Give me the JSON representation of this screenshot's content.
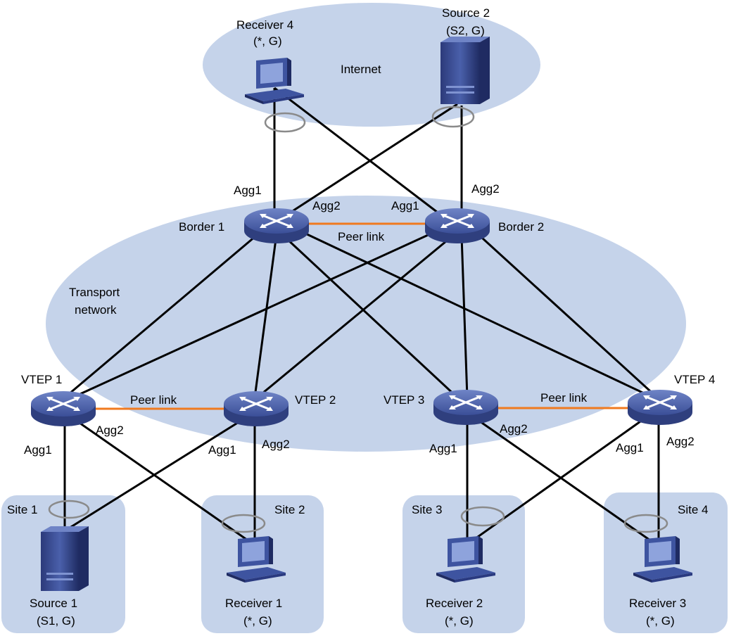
{
  "regions": {
    "internet": "Internet",
    "transport_line1": "Transport",
    "transport_line2": "network",
    "site1": "Site 1",
    "site2": "Site 2",
    "site3": "Site 3",
    "site4": "Site 4"
  },
  "devices": {
    "border1": "Border 1",
    "border2": "Border 2",
    "vtep1": "VTEP 1",
    "vtep2": "VTEP 2",
    "vtep3": "VTEP 3",
    "vtep4": "VTEP 4",
    "receiver4_name": "Receiver 4",
    "receiver4_group": "(*, G)",
    "source2_name": "Source 2",
    "source2_group": "(S2, G)",
    "source1_name": "Source 1",
    "source1_group": "(S1, G)",
    "receiver1_name": "Receiver 1",
    "receiver1_group": "(*, G)",
    "receiver2_name": "Receiver 2",
    "receiver2_group": "(*, G)",
    "receiver3_name": "Receiver 3",
    "receiver3_group": "(*, G)"
  },
  "links": {
    "peer_link": "Peer link",
    "agg1": "Agg1",
    "agg2": "Agg2"
  },
  "colors": {
    "region_fill": "#c5d3ea",
    "peer_link": "#f07a1f",
    "link": "#000000",
    "device_blue": "#3e54a0"
  }
}
